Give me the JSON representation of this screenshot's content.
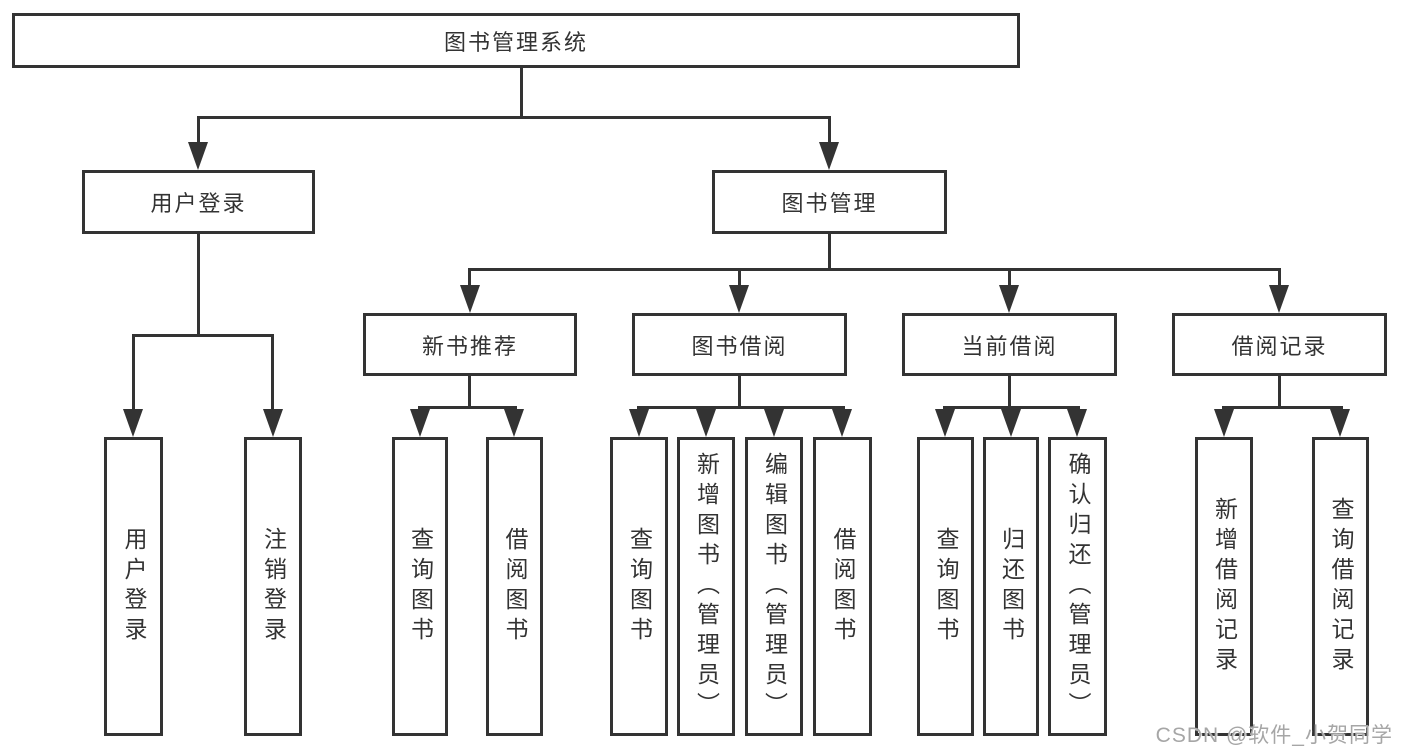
{
  "diagram": {
    "root": {
      "label": "图书管理系统"
    },
    "level2": [
      {
        "label": "用户登录"
      },
      {
        "label": "图书管理"
      }
    ],
    "level3": [
      {
        "label": "新书推荐"
      },
      {
        "label": "图书借阅"
      },
      {
        "label": "当前借阅"
      },
      {
        "label": "借阅记录"
      }
    ],
    "leaves": [
      {
        "label": "用户登录"
      },
      {
        "label": "注销登录"
      },
      {
        "label": "查询图书"
      },
      {
        "label": "借阅图书"
      },
      {
        "label": "查询图书"
      },
      {
        "label": "新增图书（管理员）"
      },
      {
        "label": "编辑图书（管理员）"
      },
      {
        "label": "借阅图书"
      },
      {
        "label": "查询图书"
      },
      {
        "label": "归还图书"
      },
      {
        "label": "确认归还（管理员）"
      },
      {
        "label": "新增借阅记录"
      },
      {
        "label": "查询借阅记录"
      }
    ],
    "watermark": {
      "text": "CSDN @软件_小贺同学"
    },
    "colors": {
      "line": "#333333",
      "background": "#ffffff",
      "watermark": "#a6a6a6"
    }
  }
}
